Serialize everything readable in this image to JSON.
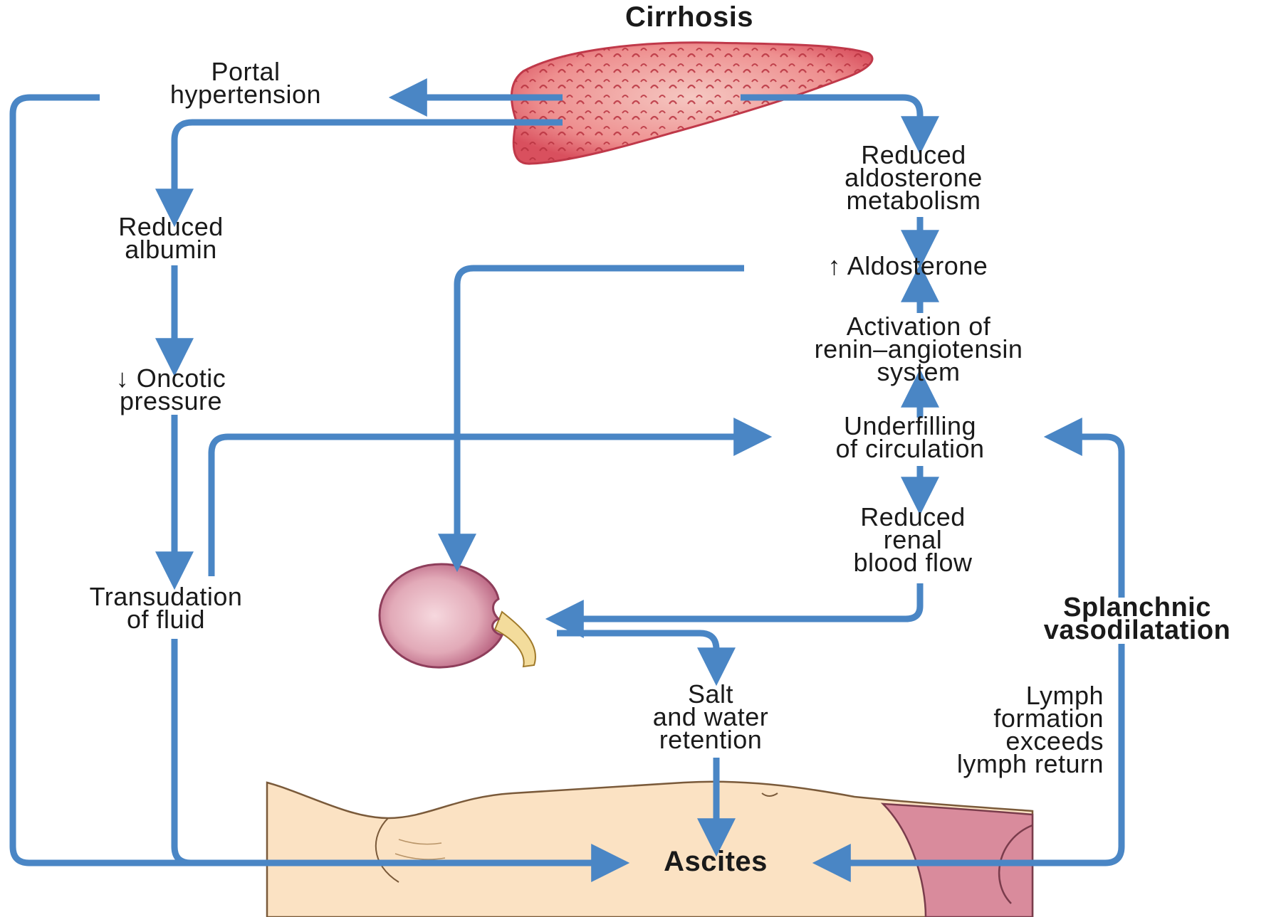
{
  "title": "Cirrhosis",
  "nodes": {
    "portal_hypertension": [
      "Portal",
      "hypertension"
    ],
    "reduced_albumin": [
      "Reduced",
      "albumin"
    ],
    "oncotic_pressure": [
      "↓ Oncotic",
      "pressure"
    ],
    "transudation": [
      "Transudation",
      "of fluid"
    ],
    "reduced_aldosterone_metabolism": [
      "Reduced",
      "aldosterone",
      "metabolism"
    ],
    "aldosterone": [
      "↑ Aldosterone"
    ],
    "renin_angiotensin": [
      "Activation of",
      "renin–angiotensin",
      "system"
    ],
    "underfilling": [
      "Underfilling",
      "of circulation"
    ],
    "reduced_renal_flow": [
      "Reduced",
      "renal",
      "blood flow"
    ],
    "splanchnic": [
      "Splanchnic",
      "vasodilatation"
    ],
    "salt_water": [
      "Salt",
      "and water",
      "retention"
    ],
    "lymph": [
      "Lymph",
      "formation",
      "exceeds",
      "lymph return"
    ],
    "ascites": "Ascites"
  },
  "colors": {
    "arrow": "#4a86c5",
    "liver": "#e66a78",
    "liver_dots": "#b8323f",
    "kidney": "#c76f8e",
    "skin": "#fbe2c3"
  }
}
